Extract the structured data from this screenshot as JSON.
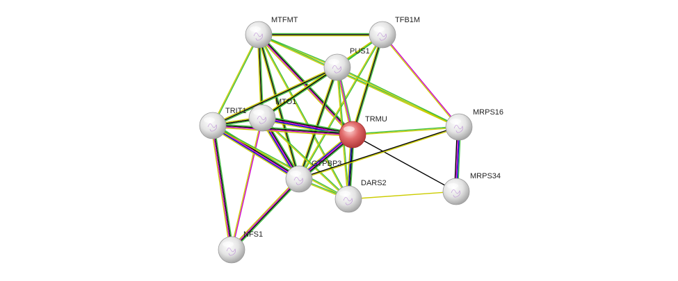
{
  "nodes": [
    {
      "id": "MTFMT",
      "label": "MTFMT",
      "query": false
    },
    {
      "id": "TFB1M",
      "label": "TFB1M",
      "query": false
    },
    {
      "id": "PUS1",
      "label": "PUS1",
      "query": false
    },
    {
      "id": "MTO1",
      "label": "MTO1",
      "query": false
    },
    {
      "id": "TRIT1",
      "label": "TRIT1",
      "query": false
    },
    {
      "id": "TRMU",
      "label": "TRMU",
      "query": true
    },
    {
      "id": "MRPS16",
      "label": "MRPS16",
      "query": false
    },
    {
      "id": "GTPBP3",
      "label": "GTPBP3",
      "query": false
    },
    {
      "id": "DARS2",
      "label": "DARS2",
      "query": false
    },
    {
      "id": "MRPS34",
      "label": "MRPS34",
      "query": false
    },
    {
      "id": "NFS1",
      "label": "NFS1",
      "query": false
    }
  ],
  "edges": [
    {
      "a": "MTFMT",
      "b": "TFB1M",
      "colors": [
        "#3fbf3f",
        "#000000",
        "#cccc00"
      ]
    },
    {
      "a": "MTFMT",
      "b": "PUS1",
      "colors": [
        "#3fbf3f",
        "#cccc00"
      ]
    },
    {
      "a": "MTFMT",
      "b": "TRMU",
      "colors": [
        "#3fbf3f",
        "#000000",
        "#cc00cc",
        "#cccc00"
      ]
    },
    {
      "a": "MTFMT",
      "b": "MTO1",
      "colors": [
        "#3fbf3f",
        "#000000",
        "#cccc00"
      ]
    },
    {
      "a": "MTFMT",
      "b": "GTPBP3",
      "colors": [
        "#3fbf3f",
        "#000000",
        "#cccc00"
      ]
    },
    {
      "a": "MTFMT",
      "b": "DARS2",
      "colors": [
        "#3fbf3f",
        "#cccc00"
      ]
    },
    {
      "a": "MTFMT",
      "b": "TRIT1",
      "colors": [
        "#3fbf3f",
        "#cccc00"
      ]
    },
    {
      "a": "MTFMT",
      "b": "MRPS16",
      "colors": [
        "#3fbf3f",
        "#cccc00"
      ]
    },
    {
      "a": "TFB1M",
      "b": "PUS1",
      "colors": [
        "#3fbf3f",
        "#cccc00"
      ]
    },
    {
      "a": "TFB1M",
      "b": "TRMU",
      "colors": [
        "#3fbf3f",
        "#000000",
        "#cccc00"
      ]
    },
    {
      "a": "TFB1M",
      "b": "MRPS16",
      "colors": [
        "#cc00cc",
        "#cccc00"
      ]
    },
    {
      "a": "TFB1M",
      "b": "GTPBP3",
      "colors": [
        "#3fbf3f",
        "#cccc00"
      ]
    },
    {
      "a": "TFB1M",
      "b": "MTO1",
      "colors": [
        "#3fbf3f",
        "#cccc00"
      ]
    },
    {
      "a": "PUS1",
      "b": "TRMU",
      "colors": [
        "#3fbf3f",
        "#cc00cc",
        "#cccc00"
      ]
    },
    {
      "a": "PUS1",
      "b": "TRIT1",
      "colors": [
        "#3fbf3f",
        "#000000",
        "#cccc00"
      ]
    },
    {
      "a": "PUS1",
      "b": "MTO1",
      "colors": [
        "#3fbf3f",
        "#000000",
        "#cccc00"
      ]
    },
    {
      "a": "PUS1",
      "b": "GTPBP3",
      "colors": [
        "#3fbf3f",
        "#000000",
        "#cccc00"
      ]
    },
    {
      "a": "PUS1",
      "b": "DARS2",
      "colors": [
        "#3fbf3f",
        "#cccc00"
      ]
    },
    {
      "a": "PUS1",
      "b": "MRPS16",
      "colors": [
        "#3fbf3f",
        "#cccc00"
      ]
    },
    {
      "a": "MTO1",
      "b": "TRMU",
      "colors": [
        "#3fbf3f",
        "#000000",
        "#cc00cc",
        "#0000cc",
        "#cccc00"
      ]
    },
    {
      "a": "MTO1",
      "b": "TRIT1",
      "colors": [
        "#3fbf3f",
        "#000000",
        "#cccc00"
      ]
    },
    {
      "a": "MTO1",
      "b": "GTPBP3",
      "colors": [
        "#3fbf3f",
        "#000000",
        "#cc00cc",
        "#0000cc",
        "#cccc00"
      ]
    },
    {
      "a": "MTO1",
      "b": "DARS2",
      "colors": [
        "#3fbf3f",
        "#cccc00"
      ]
    },
    {
      "a": "MTO1",
      "b": "NFS1",
      "colors": [
        "#cc00cc",
        "#cccc00"
      ]
    },
    {
      "a": "TRIT1",
      "b": "TRMU",
      "colors": [
        "#3fbf3f",
        "#000000",
        "#cc00cc",
        "#cccc00"
      ]
    },
    {
      "a": "TRIT1",
      "b": "GTPBP3",
      "colors": [
        "#3fbf3f",
        "#000000",
        "#cc00cc",
        "#0000cc",
        "#cccc00"
      ]
    },
    {
      "a": "TRIT1",
      "b": "NFS1",
      "colors": [
        "#3fbf3f",
        "#000000",
        "#cc00cc",
        "#cccc00"
      ]
    },
    {
      "a": "TRIT1",
      "b": "DARS2",
      "colors": [
        "#3fbf3f",
        "#cccc00"
      ]
    },
    {
      "a": "TRMU",
      "b": "GTPBP3",
      "colors": [
        "#3fbf3f",
        "#000000",
        "#cc00cc",
        "#0000cc",
        "#cccc00"
      ]
    },
    {
      "a": "TRMU",
      "b": "DARS2",
      "colors": [
        "#3fbf3f",
        "#000000",
        "#0000cc",
        "#cccc00"
      ]
    },
    {
      "a": "TRMU",
      "b": "MRPS16",
      "colors": [
        "#3fbf3f",
        "#cccc00"
      ]
    },
    {
      "a": "TRMU",
      "b": "MRPS34",
      "colors": [
        "#000000"
      ]
    },
    {
      "a": "GTPBP3",
      "b": "DARS2",
      "colors": [
        "#3fbf3f",
        "#cccc00"
      ]
    },
    {
      "a": "GTPBP3",
      "b": "NFS1",
      "colors": [
        "#3fbf3f",
        "#000000",
        "#cc00cc",
        "#cccc00"
      ]
    },
    {
      "a": "GTPBP3",
      "b": "MRPS16",
      "colors": [
        "#000000",
        "#cccc00"
      ]
    },
    {
      "a": "DARS2",
      "b": "MRPS34",
      "colors": [
        "#cccc00"
      ]
    },
    {
      "a": "MRPS16",
      "b": "MRPS34",
      "colors": [
        "#3fbf3f",
        "#0000cc",
        "#cc00cc",
        "#000000"
      ]
    }
  ],
  "colors": {
    "node_fill": "#e8e8e8",
    "node_query_fill": "#e05a5a",
    "label": "#222222"
  }
}
